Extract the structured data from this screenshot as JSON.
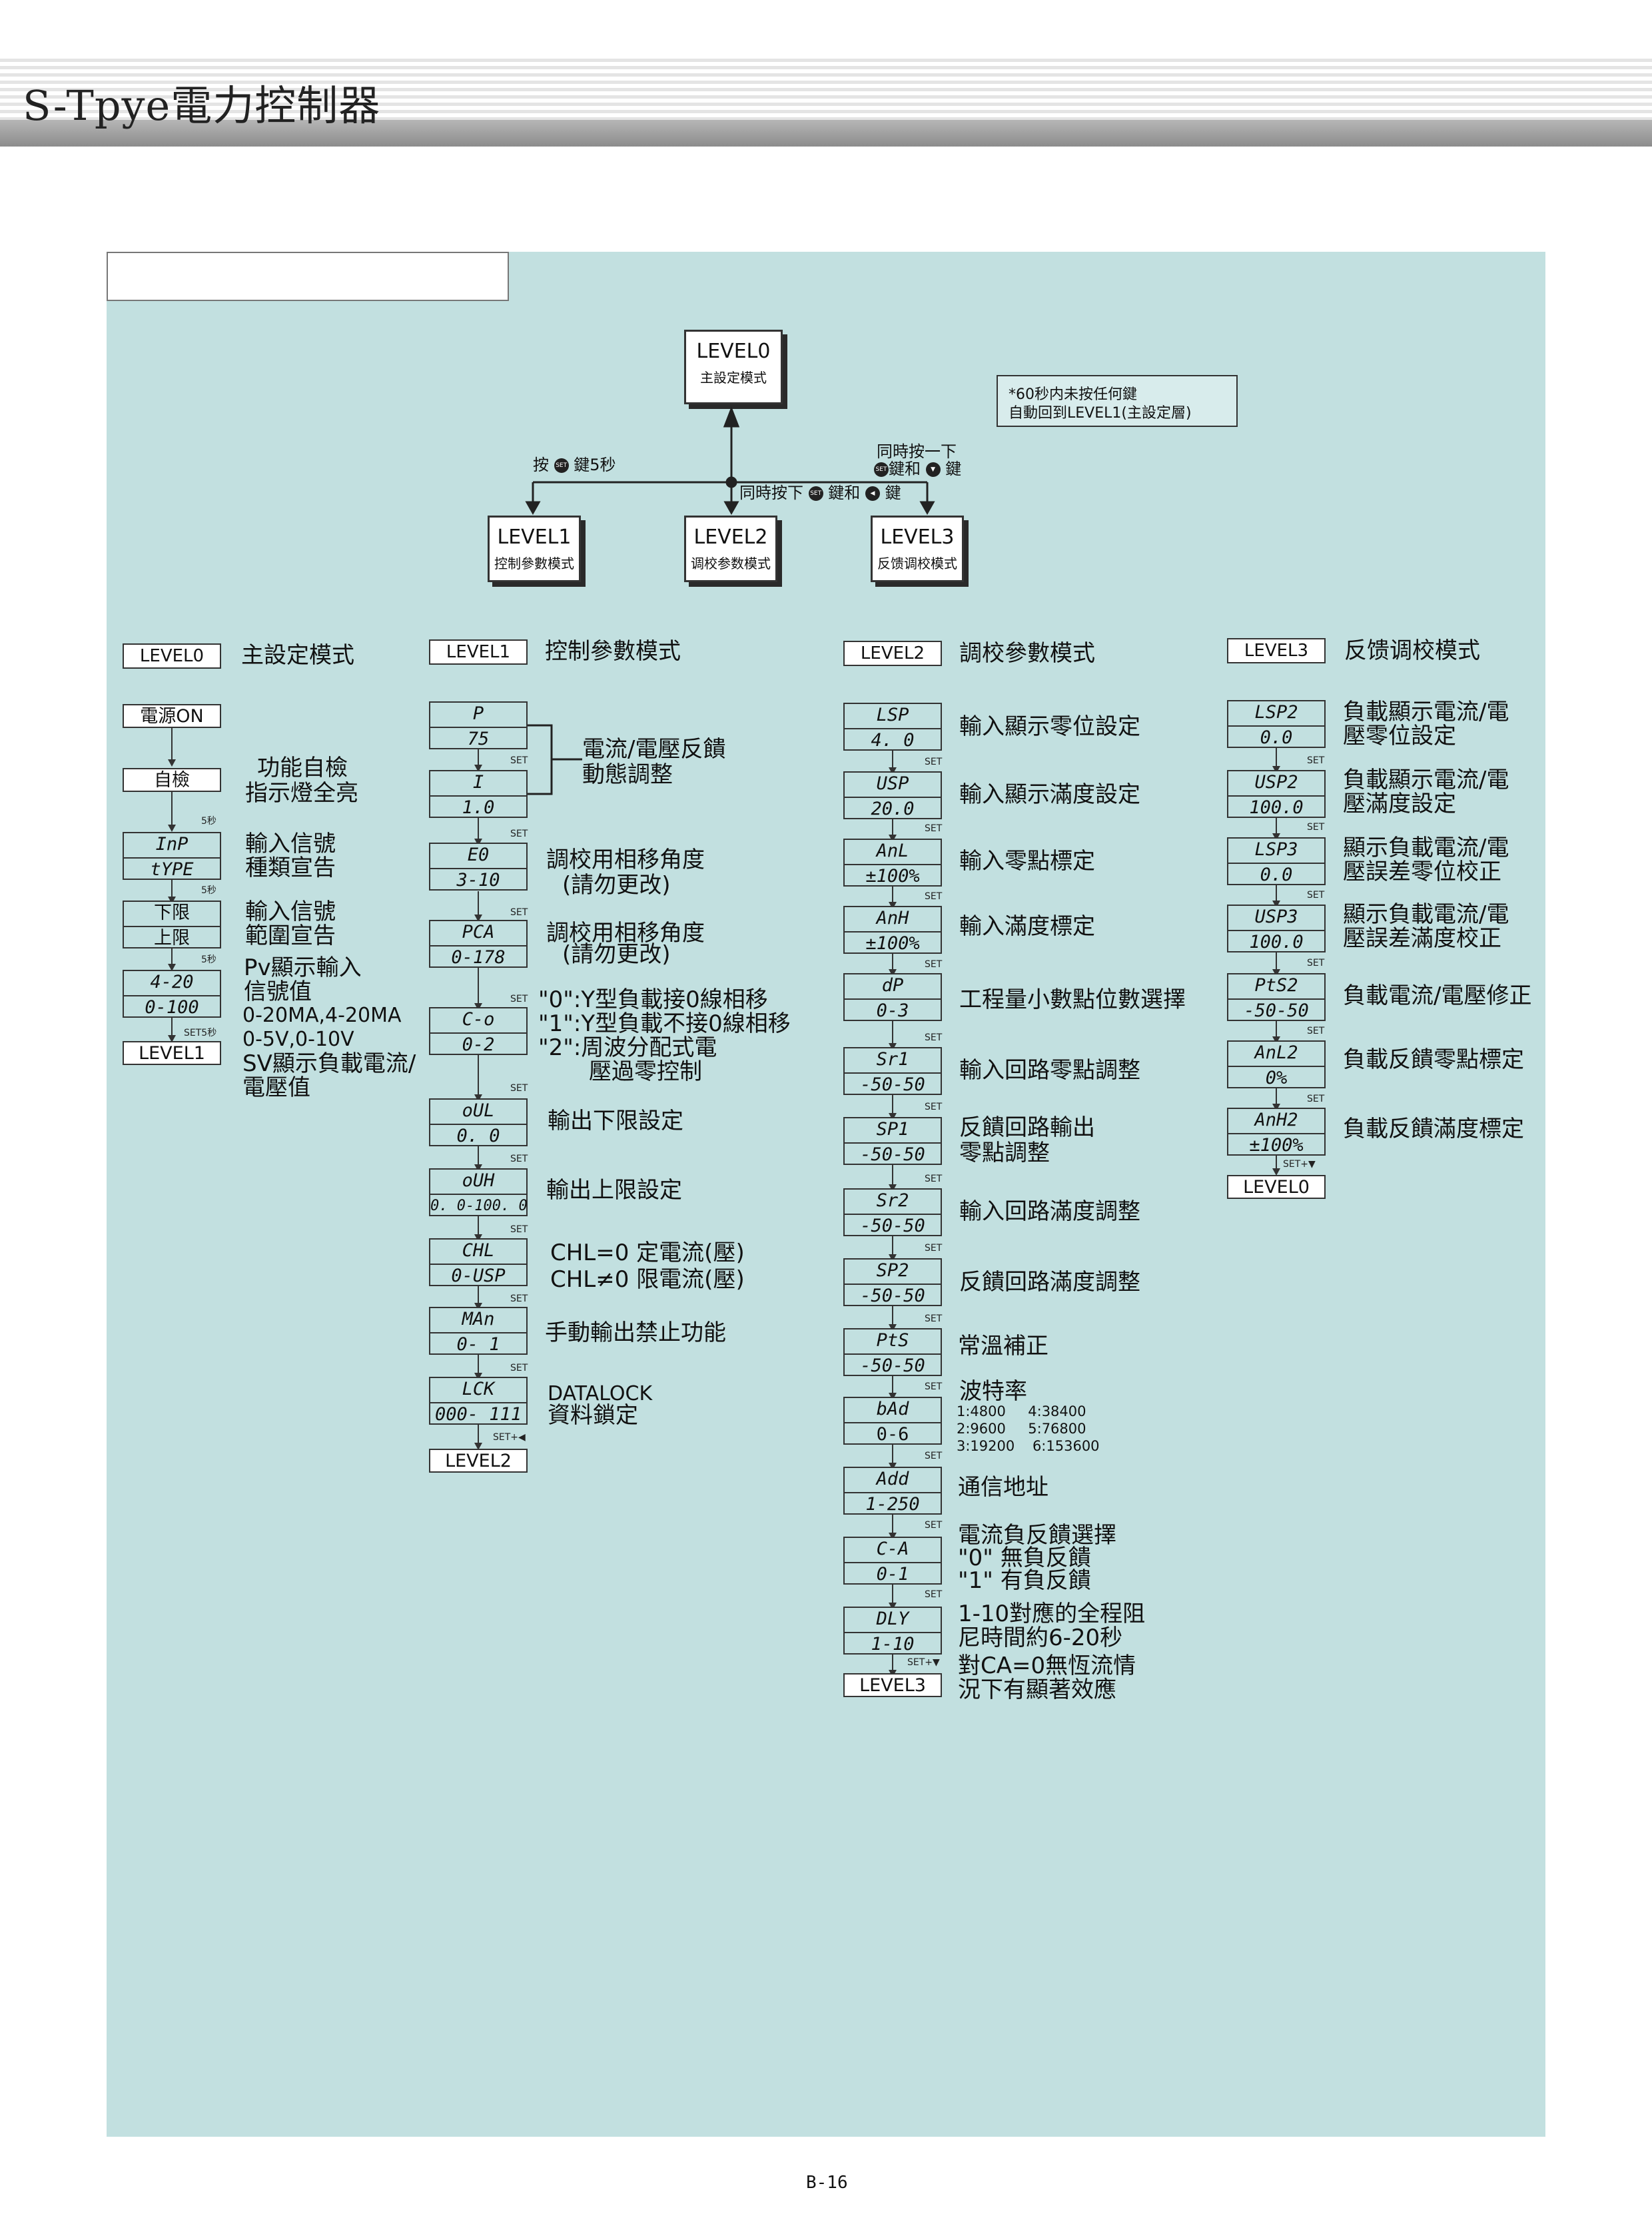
{
  "header": {
    "title": "S-Tpye電力控制器"
  },
  "top": {
    "level0": {
      "name": "LEVEL0",
      "desc": "主設定模式"
    },
    "level1": {
      "name": "LEVEL1",
      "desc": "控制參數模式"
    },
    "level2": {
      "name": "LEVEL2",
      "desc": "调校参数模式"
    },
    "level3": {
      "name": "LEVEL3",
      "desc": "反馈调校模式"
    },
    "press_a": "按",
    "press_b": "鍵5秒",
    "mid_a": "同時按下",
    "mid_b": "鍵和",
    "mid_c": "鍵",
    "right_1": "同時按一下",
    "right_2a": "鍵和",
    "right_2b": "鍵",
    "set_key": "SET",
    "note_1": "*60秒内未按任何鍵",
    "note_2": "自動回到LEVEL1(主設定層)"
  },
  "col0": {
    "label": "LEVEL0",
    "title": "主設定模式",
    "power": "電源ON",
    "selftest": "自檢",
    "selftest_t1": "功能自檢",
    "selftest_t2": "指示燈全亮",
    "d1a": "InP",
    "d1b": "tYPE",
    "d1_t1": "輸入信號",
    "d1_t2": "種類宣告",
    "d2a": "下限",
    "d2b": "上限",
    "d2_t1": "輸入信號",
    "d2_t2": "範圍宣告",
    "d3a": "4-20",
    "d3b": "0-100",
    "d3_t1": "Pv顯示輸入",
    "d3_t2": "信號值",
    "d3_t3": "0-20MA,4-20MA",
    "d3_t4": "0-5V,0-10V",
    "d3_t5": "SV顯示負載電流/",
    "d3_t6": "電壓值",
    "s1": "5秒",
    "s2": "5秒",
    "s3": "5秒",
    "s4": "SET5秒",
    "end": "LEVEL1"
  },
  "col1": {
    "label": "LEVEL1",
    "title": "控制參數模式",
    "p": "P",
    "p_v": "75",
    "i": "I",
    "i_v": "1.0",
    "pi_t1": "電流/電壓反饋",
    "pi_t2": "動態調整",
    "e0": "E0",
    "e0_v": "3-10",
    "e0_t1": "調校用相移角度",
    "e0_t2": "(請勿更改)",
    "pa": "PCA",
    "pa_v": "0-178",
    "pa_t1": "調校用相移角度",
    "pa_t2": "(請勿更改)",
    "co": "C-o",
    "co_v": "0-2",
    "co_t1": "\"0\":Y型負載接0線相移",
    "co_t2": "\"1\":Y型負載不接0線相移",
    "co_t3": "\"2\":周波分配式電",
    "co_t4": "壓過零控制",
    "oul": "oUL",
    "oul_v": "0. 0",
    "oul_t": "輸出下限設定",
    "ouh": "oUH",
    "ouh_v": "0. 0-100. 0",
    "ouh_t": "輸出上限設定",
    "chl": "CHL",
    "chl_v": "0-USP",
    "chl_t1": "CHL=0 定電流(壓)",
    "chl_t2": "CHL≠0 限電流(壓)",
    "man": "MAn",
    "man_v": "0- 1",
    "man_t": "手動輸出禁止功能",
    "lck": "LCK",
    "lck_v": "000- 111",
    "lck_t1": "DATALOCK",
    "lck_t2": "資料鎖定",
    "set_end": "SET+◀",
    "end": "LEVEL2"
  },
  "col2": {
    "label": "LEVEL2",
    "title": "調校參數模式",
    "r1a": "LSP",
    "r1b": "4. 0",
    "r1t": "輸入顯示零位設定",
    "r2a": "USP",
    "r2b": "20.0",
    "r2t": "輸入顯示滿度設定",
    "r3a": "AnL",
    "r3b": "±100%",
    "r3t": "輸入零點標定",
    "r4a": "AnH",
    "r4b": "±100%",
    "r4t": "輸入滿度標定",
    "r5a": "dP",
    "r5b": "0-3",
    "r5t": "工程量小數點位數選擇",
    "r6a": "Sr1",
    "r6b": "-50-50",
    "r6t": "輸入回路零點調整",
    "r7a": "SP1",
    "r7b": "-50-50",
    "r7t1": "反饋回路輸出",
    "r7t2": "零點調整",
    "r8a": "Sr2",
    "r8b": "-50-50",
    "r8t": "輸入回路滿度調整",
    "r9a": "SP2",
    "r9b": "-50-50",
    "r9t": "反饋回路滿度調整",
    "r10a": "PtS",
    "r10b": "-50-50",
    "r10t": "常溫補正",
    "r11a": "bAd",
    "r11b": "0-6",
    "r11t": "波特率",
    "r11s1": "1:4800     4:38400",
    "r11s2": "2:9600     5:76800",
    "r11s3": "3:19200    6:153600",
    "r12a": "Add",
    "r12b": "1-250",
    "r12t": "通信地址",
    "r13a": "C-A",
    "r13b": "0-1",
    "r13t1": "電流負反饋選擇",
    "r13t2": "\"0\" 無負反饋",
    "r13t3": "\"1\" 有負反饋",
    "r14a": "DLY",
    "r14b": "1-10",
    "r14t1": "1-10對應的全程阻",
    "r14t2": "尼時間約6-20秒",
    "r14t3": "對CA=0無恆流情",
    "r14t4": "況下有顯著效應",
    "set_end": "SET+▼",
    "end": "LEVEL3"
  },
  "col3": {
    "label": "LEVEL3",
    "title": "反馈调校模式",
    "r1a": "LSP2",
    "r1b": "0.0",
    "r1t1": "負載顯示電流/電",
    "r1t2": "壓零位設定",
    "r2a": "USP2",
    "r2b": "100.0",
    "r2t1": "負載顯示電流/電",
    "r2t2": "壓滿度設定",
    "r3a": "LSP3",
    "r3b": "0.0",
    "r3t1": "顯示負載電流/電",
    "r3t2": "壓誤差零位校正",
    "r4a": "USP3",
    "r4b": "100.0",
    "r4t1": "顯示負載電流/電",
    "r4t2": "壓誤差滿度校正",
    "r5a": "PtS2",
    "r5b": "-50-50",
    "r5t": "負載電流/電壓修正",
    "r6a": "AnL2",
    "r6b": "0%",
    "r6t": "負載反饋零點標定",
    "r7a": "AnH2",
    "r7b": "±100%",
    "r7t": "負載反饋滿度標定",
    "set_end": "SET+▼",
    "end": "LEVEL0"
  },
  "footer": {
    "page": "B-16"
  }
}
